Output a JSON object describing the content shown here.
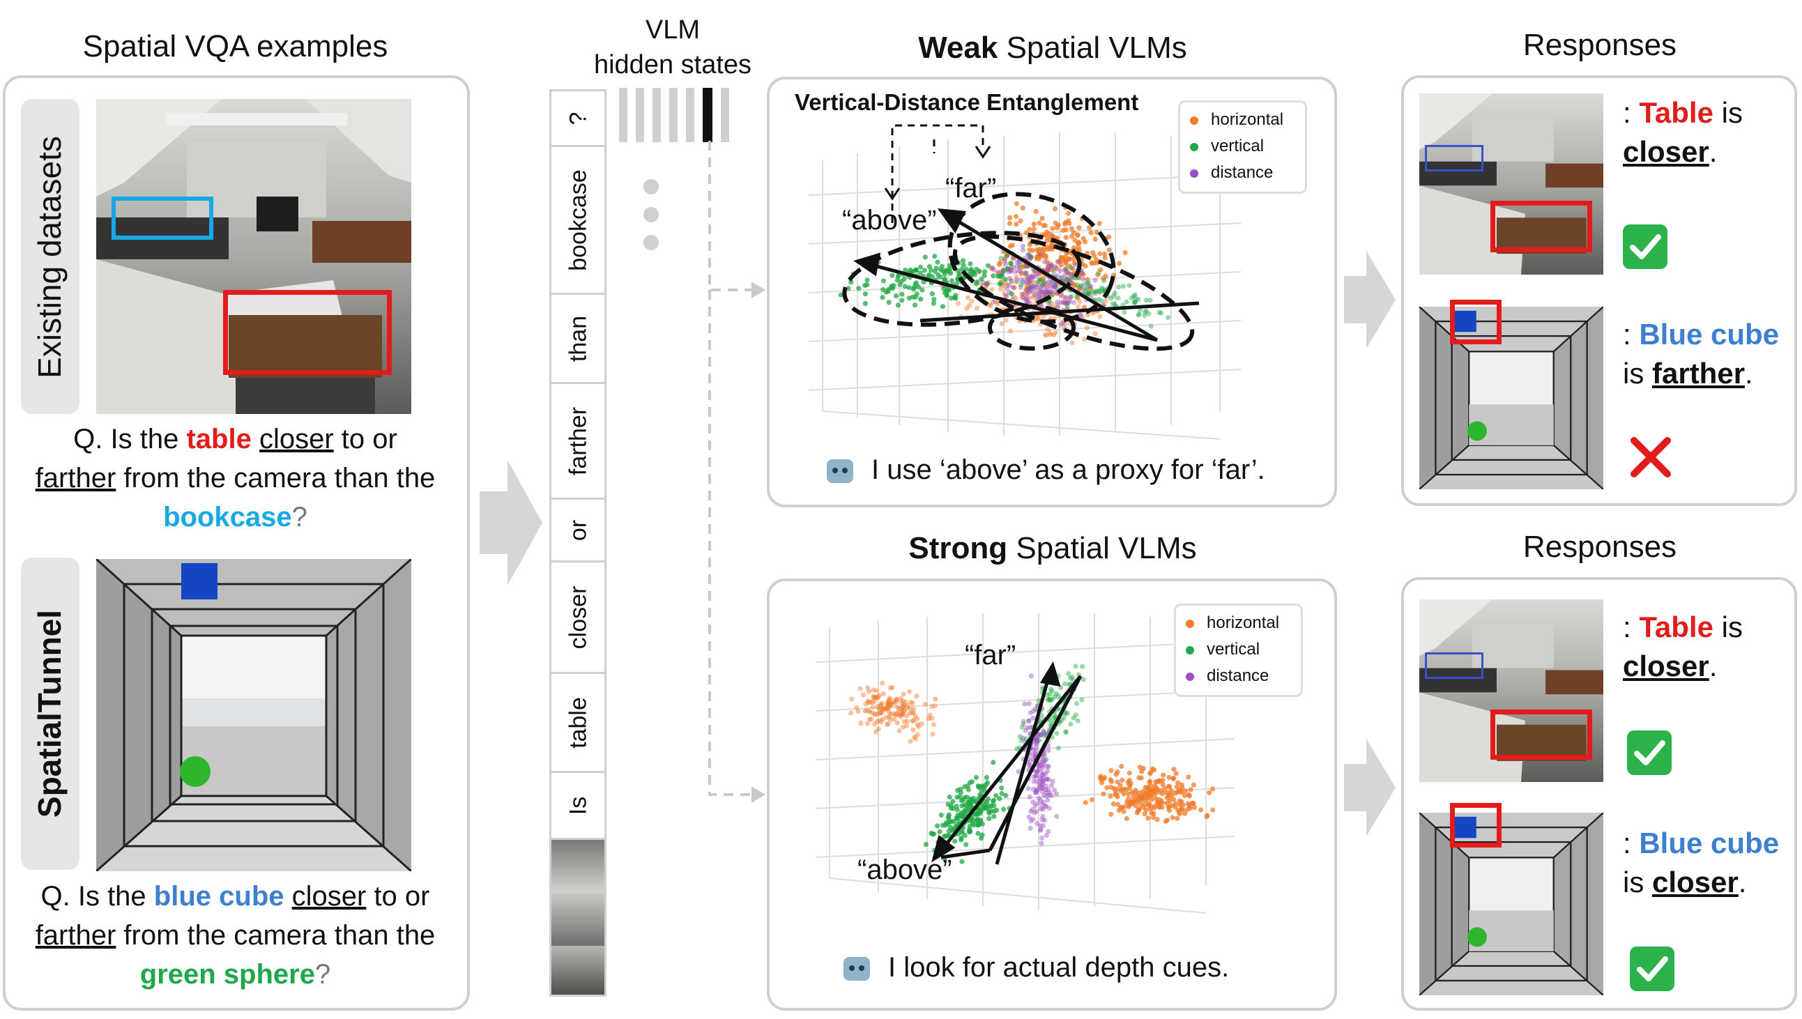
{
  "left": {
    "title": "Spatial VQA examples",
    "tab1_label": "Existing datasets",
    "tab2_label": "SpatialTunnel",
    "q1": {
      "prefix": "Q. Is the ",
      "obj1": "table",
      "mid1": " ",
      "rel1": "closer",
      "mid2": " to or",
      "rel2": "farther",
      "mid3": " from the camera than the",
      "obj2": "bookcase",
      "end": "?"
    },
    "q2": {
      "prefix": "Q. Is the ",
      "obj1": "blue cube",
      "mid1": " ",
      "rel1": "closer",
      "mid2": " to or",
      "rel2": "farther",
      "mid3": " from the camera than the",
      "obj2": "green sphere",
      "end": "?"
    }
  },
  "middle": {
    "title_line1": "VLM",
    "title_line2": "hidden states",
    "tokens": [
      "?",
      "bookcase",
      "than",
      "farther",
      "or",
      "closer",
      "table",
      "Is"
    ]
  },
  "weak": {
    "title_bold": "Weak",
    "title_rest": " Spatial VLMs",
    "subtitle": "Vertical-Distance Entanglement",
    "label_far": "“far”",
    "label_above": "“above”",
    "caption": "I use ‘above’ as a proxy for ‘far’."
  },
  "strong": {
    "title_bold": "Strong",
    "title_rest": " Spatial VLMs",
    "label_far": "“far”",
    "label_above": "“above”",
    "caption": "I look for actual depth cues."
  },
  "legend": [
    {
      "name": "horizontal",
      "color": "#f07b2a"
    },
    {
      "name": "vertical",
      "color": "#22a845"
    },
    {
      "name": "distance",
      "color": "#9b4fc0"
    }
  ],
  "responses": {
    "title": "Responses",
    "weak_1": {
      "prefix": ": ",
      "obj": "Table",
      "is": " is",
      "rel": "closer",
      "end": "."
    },
    "weak_2": {
      "prefix": ": ",
      "obj": "Blue cube",
      "is": "is ",
      "rel": "farther",
      "end": "."
    },
    "strong_1": {
      "prefix": ": ",
      "obj": "Table",
      "is": " is",
      "rel": "closer",
      "end": "."
    },
    "strong_2": {
      "prefix": ": ",
      "obj": "Blue cube",
      "is": "is ",
      "rel": "closer",
      "end": "."
    }
  }
}
